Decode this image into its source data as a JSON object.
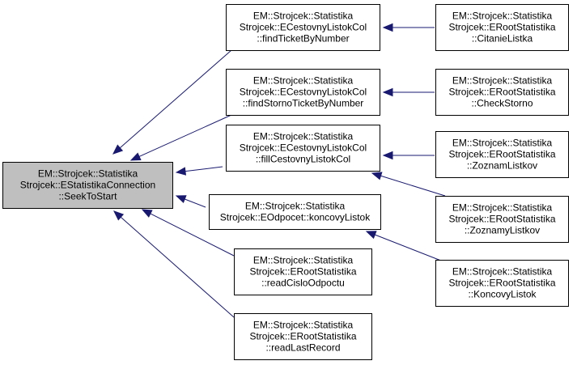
{
  "diagram": {
    "type": "caller-graph",
    "colors": {
      "root_fill": "#bfbfbf",
      "node_fill": "#ffffff",
      "border": "#000000",
      "edge": "#191970"
    },
    "nodes": [
      {
        "id": "root",
        "lines": [
          "EM::Strojcek::Statistika",
          "Strojcek::EStatistikaConnection",
          "::SeekToStart"
        ]
      },
      {
        "id": "findTicketByNumber",
        "lines": [
          "EM::Strojcek::Statistika",
          "Strojcek::ECestovnyListokCol",
          "::findTicketByNumber"
        ]
      },
      {
        "id": "findStornoTicketByNumber",
        "lines": [
          "EM::Strojcek::Statistika",
          "Strojcek::ECestovnyListokCol",
          "::findStornoTicketByNumber"
        ]
      },
      {
        "id": "fillCestovnyListokCol",
        "lines": [
          "EM::Strojcek::Statistika",
          "Strojcek::ECestovnyListokCol",
          "::fillCestovnyListokCol"
        ]
      },
      {
        "id": "koncovyListok",
        "lines": [
          "EM::Strojcek::Statistika",
          "Strojcek::EOdpocet::koncovyListok"
        ]
      },
      {
        "id": "readCisloOdpoctu",
        "lines": [
          "EM::Strojcek::Statistika",
          "Strojcek::ERootStatistika",
          "::readCisloOdpoctu"
        ]
      },
      {
        "id": "readLastRecord",
        "lines": [
          "EM::Strojcek::Statistika",
          "Strojcek::ERootStatistika",
          "::readLastRecord"
        ]
      },
      {
        "id": "CitanieListka",
        "lines": [
          "EM::Strojcek::Statistika",
          "Strojcek::ERootStatistika",
          "::CitanieListka"
        ]
      },
      {
        "id": "CheckStorno",
        "lines": [
          "EM::Strojcek::Statistika",
          "Strojcek::ERootStatistika",
          "::CheckStorno"
        ]
      },
      {
        "id": "ZoznamListkov",
        "lines": [
          "EM::Strojcek::Statistika",
          "Strojcek::ERootStatistika",
          "::ZoznamListkov"
        ]
      },
      {
        "id": "ZoznamyListkov",
        "lines": [
          "EM::Strojcek::Statistika",
          "Strojcek::ERootStatistika",
          "::ZoznamyListkov"
        ]
      },
      {
        "id": "KoncovyListok",
        "lines": [
          "EM::Strojcek::Statistika",
          "Strojcek::ERootStatistika",
          "::KoncovyListok"
        ]
      }
    ],
    "edges": [
      {
        "from": "findTicketByNumber",
        "to": "root"
      },
      {
        "from": "findStornoTicketByNumber",
        "to": "root"
      },
      {
        "from": "fillCestovnyListokCol",
        "to": "root"
      },
      {
        "from": "koncovyListok",
        "to": "root"
      },
      {
        "from": "readCisloOdpoctu",
        "to": "root"
      },
      {
        "from": "readLastRecord",
        "to": "root"
      },
      {
        "from": "CitanieListka",
        "to": "findTicketByNumber"
      },
      {
        "from": "CheckStorno",
        "to": "findStornoTicketByNumber"
      },
      {
        "from": "ZoznamListkov",
        "to": "fillCestovnyListokCol"
      },
      {
        "from": "ZoznamyListkov",
        "to": "fillCestovnyListokCol"
      },
      {
        "from": "KoncovyListok",
        "to": "koncovyListok"
      }
    ]
  }
}
